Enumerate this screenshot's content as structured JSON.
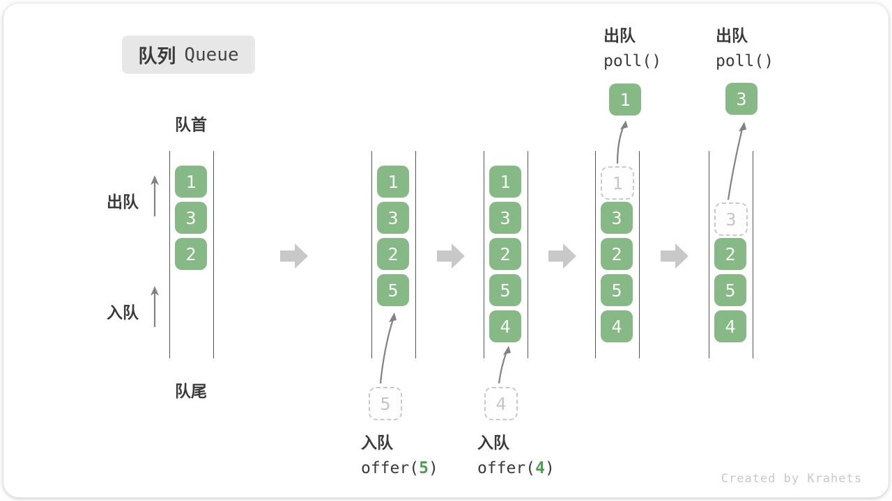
{
  "title": {
    "zh": "队列",
    "en": "Queue"
  },
  "labels": {
    "front": "队首",
    "rear": "队尾",
    "dequeue": "出队",
    "enqueue": "入队"
  },
  "watermark": "Created by Krahets",
  "colors": {
    "cell_green": "#87b986",
    "code_arg_green": "#4e9e53",
    "big_arrow_gray": "#c8c8c8",
    "thin_arrow_gray": "#828282",
    "channel_line": "#555555",
    "dashed_gray": "#c9c9c9",
    "text_dark": "#3a3a3a",
    "badge_bg": "#e7e7e7",
    "watermark_gray": "#c8c8c8"
  },
  "states": [
    {
      "cells": [
        {
          "value": "1"
        },
        {
          "value": "3"
        },
        {
          "value": "2"
        }
      ]
    },
    {
      "cells": [
        {
          "value": "1"
        },
        {
          "value": "3"
        },
        {
          "value": "2"
        },
        {
          "value": "5"
        }
      ],
      "incoming": {
        "value": "5"
      },
      "caption": {
        "op": "入队",
        "code_prefix": "offer(",
        "code_arg": "5",
        "code_suffix": ")"
      }
    },
    {
      "cells": [
        {
          "value": "1"
        },
        {
          "value": "3"
        },
        {
          "value": "2"
        },
        {
          "value": "5"
        },
        {
          "value": "4"
        }
      ],
      "incoming": {
        "value": "4"
      },
      "caption": {
        "op": "入队",
        "code_prefix": "offer(",
        "code_arg": "4",
        "code_suffix": ")"
      }
    },
    {
      "top_caption": {
        "op": "出队",
        "code": "poll()"
      },
      "removed": {
        "value": "1"
      },
      "cells": [
        {
          "value": "1",
          "style": "dashed"
        },
        {
          "value": "3"
        },
        {
          "value": "2"
        },
        {
          "value": "5"
        },
        {
          "value": "4"
        }
      ]
    },
    {
      "top_caption": {
        "op": "出队",
        "code": "poll()"
      },
      "removed": {
        "value": "3"
      },
      "cells": [
        {
          "value": "3",
          "style": "dashed"
        },
        {
          "value": "2"
        },
        {
          "value": "5"
        },
        {
          "value": "4"
        }
      ]
    }
  ]
}
